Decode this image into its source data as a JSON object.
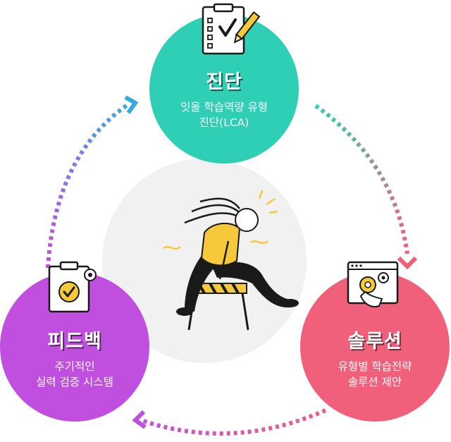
{
  "steps": {
    "diagnosis": {
      "title": "진단",
      "line1": "잇올 학습역량 유형",
      "line2": "진단(LCA)"
    },
    "solution": {
      "title": "솔루션",
      "line1": "유형별 학습전략",
      "line2": "솔루션 제안"
    },
    "feedback": {
      "title": "피드백",
      "line1": "주기적인",
      "line2": "실력 검증 시스템"
    }
  },
  "colors": {
    "diagnosis": "#2ecfb5",
    "solution": "#f0607a",
    "feedback": "#c04fe0",
    "center": "#f1f1f1",
    "person_shirt": "#f5c93a"
  },
  "icons": {
    "diagnosis": "clipboard-pencil-icon",
    "solution": "browser-gears-icon",
    "feedback": "clipboard-gear-icon",
    "center": "hurdle-jumper-illustration"
  }
}
